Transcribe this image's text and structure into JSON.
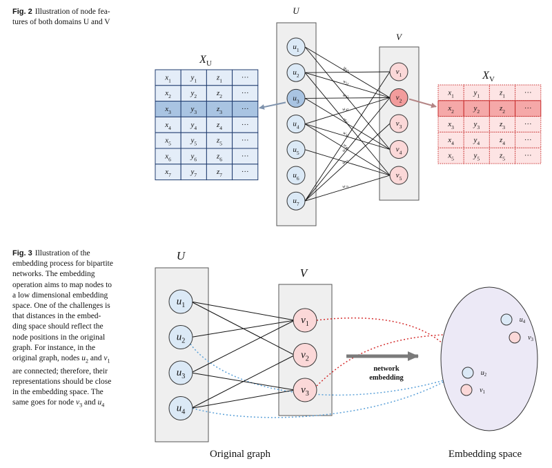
{
  "fig2": {
    "label": "Fig. 2",
    "caption": "Illustration of node features of both domains U and V",
    "caption_lines": [
      "Illustration of node fea-",
      "tures of both domains U and V"
    ],
    "domain_u": "U",
    "domain_v": "V",
    "xu_base": "X",
    "xu_sub": "U",
    "xv_base": "X",
    "xv_sub": "V",
    "u_nodes": [
      {
        "base": "u",
        "sub": "1"
      },
      {
        "base": "u",
        "sub": "2"
      },
      {
        "base": "u",
        "sub": "3"
      },
      {
        "base": "u",
        "sub": "4"
      },
      {
        "base": "u",
        "sub": "5"
      },
      {
        "base": "u",
        "sub": "6"
      },
      {
        "base": "u",
        "sub": "7"
      }
    ],
    "v_nodes": [
      {
        "base": "v",
        "sub": "1"
      },
      {
        "base": "v",
        "sub": "2"
      },
      {
        "base": "v",
        "sub": "3"
      },
      {
        "base": "v",
        "sub": "4"
      },
      {
        "base": "v",
        "sub": "5"
      }
    ],
    "highlight_u": 3,
    "highlight_v": 2,
    "edges": [
      {
        "u": 1,
        "v": 2,
        "w": "12"
      },
      {
        "u": 1,
        "v": 4,
        "w": ""
      },
      {
        "u": 2,
        "v": 2,
        "w": "22"
      },
      {
        "u": 2,
        "v": 1,
        "w": "21"
      },
      {
        "u": 2,
        "v": 5,
        "w": ""
      },
      {
        "u": 3,
        "v": 2,
        "w": "32"
      },
      {
        "u": 3,
        "v": 4,
        "w": "31"
      },
      {
        "u": 4,
        "v": 2,
        "w": "42"
      },
      {
        "u": 4,
        "v": 4,
        "w": "43"
      },
      {
        "u": 4,
        "v": 5,
        "w": "45"
      },
      {
        "u": 5,
        "v": 5,
        "w": ""
      },
      {
        "u": 7,
        "v": 1,
        "w": ""
      },
      {
        "u": 7,
        "v": 2,
        "w": "72"
      },
      {
        "u": 7,
        "v": 3,
        "w": "73"
      },
      {
        "u": 7,
        "v": 5,
        "w": "75"
      }
    ],
    "edge_label_base": "w",
    "xu_rows": [
      [
        "x1",
        "y1",
        "z1",
        "···"
      ],
      [
        "x2",
        "y2",
        "z2",
        "···"
      ],
      [
        "x3",
        "y3",
        "z3",
        "···"
      ],
      [
        "x4",
        "y4",
        "z4",
        "···"
      ],
      [
        "x5",
        "y5",
        "z5",
        "···"
      ],
      [
        "x6",
        "y6",
        "z6",
        "···"
      ],
      [
        "x7",
        "y7",
        "z7",
        "···"
      ]
    ],
    "xv_rows": [
      [
        "x1",
        "y1",
        "z1",
        "···"
      ],
      [
        "x2",
        "y2",
        "z2",
        "···"
      ],
      [
        "x3",
        "y3",
        "z3",
        "···"
      ],
      [
        "x4",
        "y4",
        "z4",
        "···"
      ],
      [
        "x5",
        "y5",
        "z5",
        "···"
      ]
    ],
    "colors": {
      "u_fill": "#dbe9f6",
      "u_highlight": "#a9c4e2",
      "v_fill": "#fbd8d8",
      "v_highlight": "#f29c9c",
      "xu_cell": "#e4edf8",
      "xu_highlight": "#a9c4e2",
      "xv_cell": "#fde4e4",
      "xv_highlight": "#f5a8a8",
      "panel": "#efefef",
      "arrow_u": "#7f93ad",
      "arrow_v": "#b48585"
    }
  },
  "fig3": {
    "label": "Fig. 3",
    "caption": "Illustration of the embedding process for bipartite networks. The embedding operation aims to map nodes to a low dimensional embedding space. One of the challenges is that distances in the embedding space should reflect the node positions in the original graph. For instance, in the original graph, nodes u2 and v1 are connected; therefore, their representations should be close in the embedding space. The same goes for node v3 and u4",
    "caption_lines": [
      "Illustration of the",
      "embedding process for bipartite",
      "networks. The embedding",
      "operation aims to map nodes to",
      "a low dimensional embedding",
      "space. One of the challenges is",
      "that distances in the embed-",
      "ding space should reflect the",
      "node positions in the original",
      "graph. For instance, in the",
      "original graph, nodes {u2} and {v1}",
      "are connected; therefore, their",
      "representations should be close",
      "in the embedding space. The",
      "same goes for node {v3} and {u4}"
    ],
    "domain_u": "U",
    "domain_v": "V",
    "u_nodes": [
      {
        "base": "u",
        "sub": "1"
      },
      {
        "base": "u",
        "sub": "2"
      },
      {
        "base": "u",
        "sub": "3"
      },
      {
        "base": "u",
        "sub": "4"
      }
    ],
    "v_nodes": [
      {
        "base": "v",
        "sub": "1"
      },
      {
        "base": "v",
        "sub": "2"
      },
      {
        "base": "v",
        "sub": "3"
      }
    ],
    "edges": [
      {
        "u": 1,
        "v": 1
      },
      {
        "u": 1,
        "v": 2
      },
      {
        "u": 2,
        "v": 1
      },
      {
        "u": 3,
        "v": 1
      },
      {
        "u": 3,
        "v": 3
      },
      {
        "u": 4,
        "v": 2
      },
      {
        "u": 4,
        "v": 3
      }
    ],
    "arrow_label": "network\nembedding",
    "arrow_label_lines": [
      "network",
      "embedding"
    ],
    "original_label": "Original graph",
    "embedding_label": "Embedding space",
    "embedded_points": [
      {
        "base": "u",
        "sub": "4",
        "kind": "u"
      },
      {
        "base": "v",
        "sub": "3",
        "kind": "v"
      },
      {
        "base": "u",
        "sub": "2",
        "kind": "u"
      },
      {
        "base": "v",
        "sub": "1",
        "kind": "v"
      }
    ],
    "colors": {
      "u_fill": "#dbe9f6",
      "v_fill": "#fbd8d8",
      "panel": "#efefef",
      "ellipse": "#ece9f6",
      "dotted_red": "#d42c2c",
      "dotted_blue": "#5aa0d8",
      "arrow": "#7a7a7a"
    }
  }
}
